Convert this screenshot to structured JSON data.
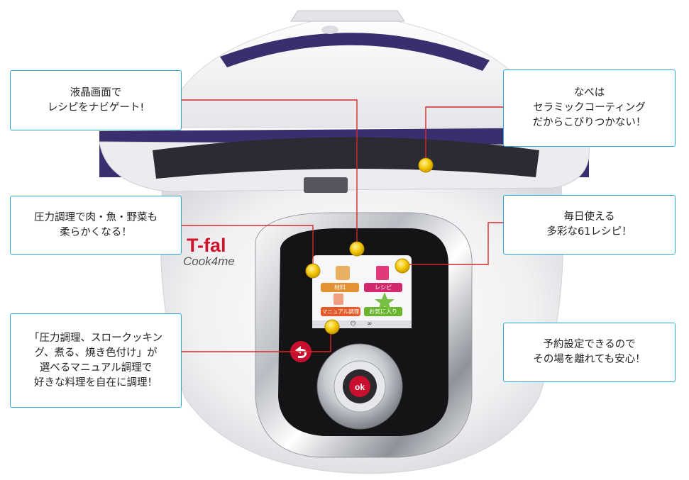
{
  "product": {
    "brand": "T-fal",
    "model": "Cook4me",
    "ok_label": "ok"
  },
  "screen": {
    "menu": [
      "材料",
      "レシピ",
      "マニュアル調理",
      "お気に入り"
    ],
    "status_icons": [
      "power-icon",
      "link-icon"
    ]
  },
  "callouts": {
    "lcd": [
      "液晶画面で",
      "レシピをナビゲート!"
    ],
    "pot": [
      "なべは",
      "セラミックコーティング",
      "だからこびりつかない！"
    ],
    "pressure": [
      "圧力調理で肉・魚・野菜も",
      "柔らかくなる！"
    ],
    "recipes": [
      "毎日使える",
      "多彩な61レシピ！"
    ],
    "manual": [
      "「圧力調理、スロークッキン",
      "グ、煮る、焼き色付け」が",
      "選べるマニュアル調理で",
      "好きな料理を自在に調理！"
    ],
    "timer": [
      "予約設定できるので",
      "その場を離れても安心！"
    ]
  },
  "colors": {
    "callout_border": "#2fa4d6",
    "leader_line": "#d42a2a",
    "marker": "#f2c500",
    "lid_accent": "#3a2f6e",
    "brand_red": "#d0122a"
  }
}
